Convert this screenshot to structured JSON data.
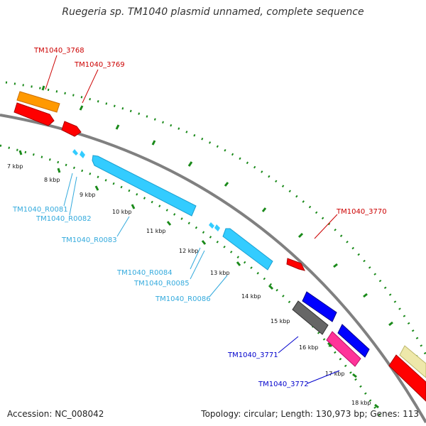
{
  "title": "Ruegeria sp. TM1040 plasmid unnamed, complete sequence",
  "footer": {
    "accession": "Accession: NC_008042",
    "summary": "Topology: circular; Length: 130,973 bp; Genes: 113"
  },
  "colors": {
    "backbone": "#808080",
    "tick": "#1a8a1a",
    "rna": "#33ccff",
    "red": "#ff0000",
    "blue": "#0000ff",
    "orange": "#ff9900",
    "gray": "#666666",
    "magenta": "#ff3399",
    "khaki": "#eee8aa"
  },
  "kbp_labels": [
    "7 kbp",
    "8 kbp",
    "9 kbp",
    "10 kbp",
    "11 kbp",
    "12 kbp",
    "13 kbp",
    "14 kbp",
    "15 kbp",
    "16 kbp",
    "17 kbp",
    "18 kbp"
  ],
  "gene_labels": {
    "tm3768": "TM1040_3768",
    "tm3769": "TM1040_3769",
    "tm3770": "TM1040_3770",
    "tm3771": "TM1040_3771",
    "tm3772": "TM1040_3772",
    "r0081": "TM1040_R0081",
    "r0082": "TM1040_R0082",
    "r0083": "TM1040_R0083",
    "r0084": "TM1040_R0084",
    "r0085": "TM1040_R0085",
    "r0086": "TM1040_R0086"
  }
}
